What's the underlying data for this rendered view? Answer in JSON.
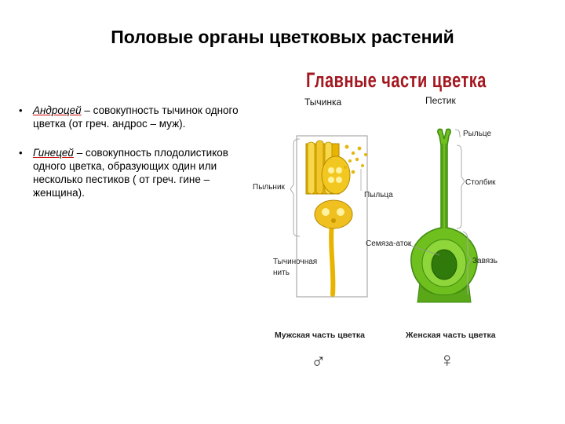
{
  "title": "Половые органы цветковых растений",
  "bullets": [
    {
      "term": "Андроцей",
      "text": " – совокупность тычинок одного цветка (от греч. андрос – муж)."
    },
    {
      "term": "Гинецей",
      "text": " – совокупность плодолистиков одного цветка, образующих один или несколько пестиков ( от греч. гине – женщина)."
    }
  ],
  "bullet_marker": "•",
  "diagram": {
    "heading": "Главные части цветка",
    "stamen_heading": "Тычинка",
    "pistil_heading": "Пестик",
    "labels": {
      "anther": "Пыльник",
      "pollen": "Пыльца",
      "filament_line1": "Тычиночная",
      "filament_line2": "нить",
      "stigma": "Рыльце",
      "style": "Столбик",
      "ovule": "Семяза-аток",
      "ovary": "Завязь"
    },
    "male_part": "Мужская часть цветка",
    "female_part": "Женская часть цветка",
    "male_symbol": "♂",
    "female_symbol": "♀"
  },
  "colors": {
    "stamen_yellow": "#e8b400",
    "stamen_light": "#f6d84a",
    "pistil_green": "#6fbf1f",
    "pistil_dark": "#3e8a10",
    "heading_red": "#a3171f"
  }
}
